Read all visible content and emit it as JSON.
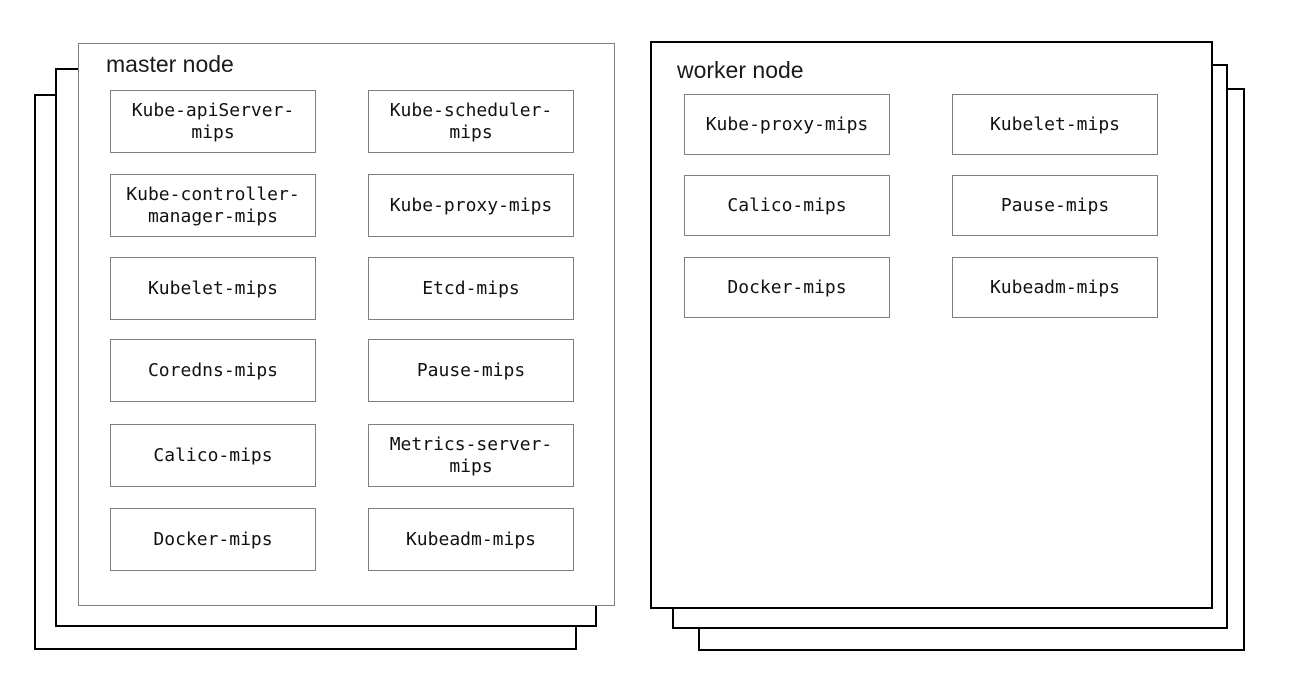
{
  "colors": {
    "background": "#ffffff",
    "stack_border": "#000000",
    "master_panel_border": "#808080",
    "worker_panel_border": "#000000",
    "component_box_border": "#7f7f7f",
    "text": "#1a1a1a"
  },
  "nodes": [
    {
      "id": "master",
      "title": "master node",
      "items": [
        "Kube-apiServer-\nmips",
        "Kube-scheduler-\nmips",
        "Kube-controller-\nmanager-mips",
        "Kube-proxy-mips",
        "Kubelet-mips",
        "Etcd-mips",
        "Coredns-mips",
        "Pause-mips",
        "Calico-mips",
        "Metrics-server-\nmips",
        "Docker-mips",
        "Kubeadm-mips"
      ]
    },
    {
      "id": "worker",
      "title": "worker node",
      "items": [
        "Kube-proxy-mips",
        "Kubelet-mips",
        "Calico-mips",
        "Pause-mips",
        "Docker-mips",
        "Kubeadm-mips"
      ]
    }
  ]
}
